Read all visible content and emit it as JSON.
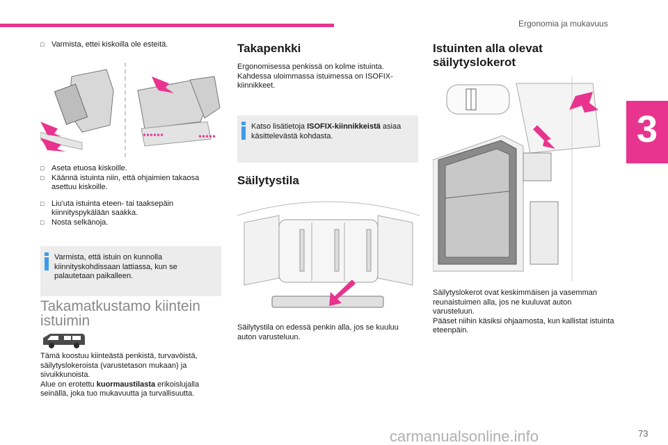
{
  "header": {
    "section_title": "Ergonomia ja mukavuus",
    "chapter": "3"
  },
  "colors": {
    "accent": "#e8348f",
    "info": "#3d9be9",
    "note_bg": "#ececec"
  },
  "col1": {
    "bullet1": "Varmista, ettei kiskoilla ole esteitä.",
    "bullet2": "Aseta etuosa kiskoille.",
    "bullet3": "Käännä istuinta niin, että ohjaimien takaosa asettuu kiskoille.",
    "bullet4": "Liu'uta istuinta eteen- tai taaksepäin kiinnityspykälään saakka.",
    "bullet5": "Nosta selkänoja.",
    "note": "Varmista, että istuin on kunnolla kiinnityskohdissaan lattiassa, kun se palautetaan paikalleen.",
    "heading": "Takamatkustamo kiintein istuimin",
    "para_a": "Tämä koostuu kiinteästä penkistä, turvavöistä, säilytyslokeroista (varustetason mukaan) ja sivuikkunoista.",
    "para_b_pre": "Alue on erotettu ",
    "para_b_bold": "kuormaustilasta",
    "para_b_post": " erikoislujalla seinällä, joka tuo mukavuutta ja turvallisuutta."
  },
  "col2": {
    "heading1": "Takapenkki",
    "para1": "Ergonomisessa penkissä on kolme istuinta. Kahdessa uloimmassa istuimessa on ISOFIX-kiinnikkeet.",
    "note_pre": "Katso lisätietoja ",
    "note_bold": "ISOFIX-kiinnikkeistä",
    "note_post": " asiaa käsittelevästä kohdasta.",
    "heading2": "Säilytystila",
    "para2": "Säilytystila on edessä penkin alla, jos se kuuluu auton varusteluun."
  },
  "col3": {
    "heading": "Istuinten alla olevat säilytyslokerot",
    "para_a": "Säilytyslokerot ovat keskimmäisen ja vasemman reunaistuimen alla, jos ne kuuluvat auton varusteluun.",
    "para_b": "Pääset niihin käsiksi ohjaamosta, kun kallistat istuinta eteenpäin."
  },
  "footer": {
    "watermark": "carmanualsonline.info",
    "page_number": "73"
  }
}
